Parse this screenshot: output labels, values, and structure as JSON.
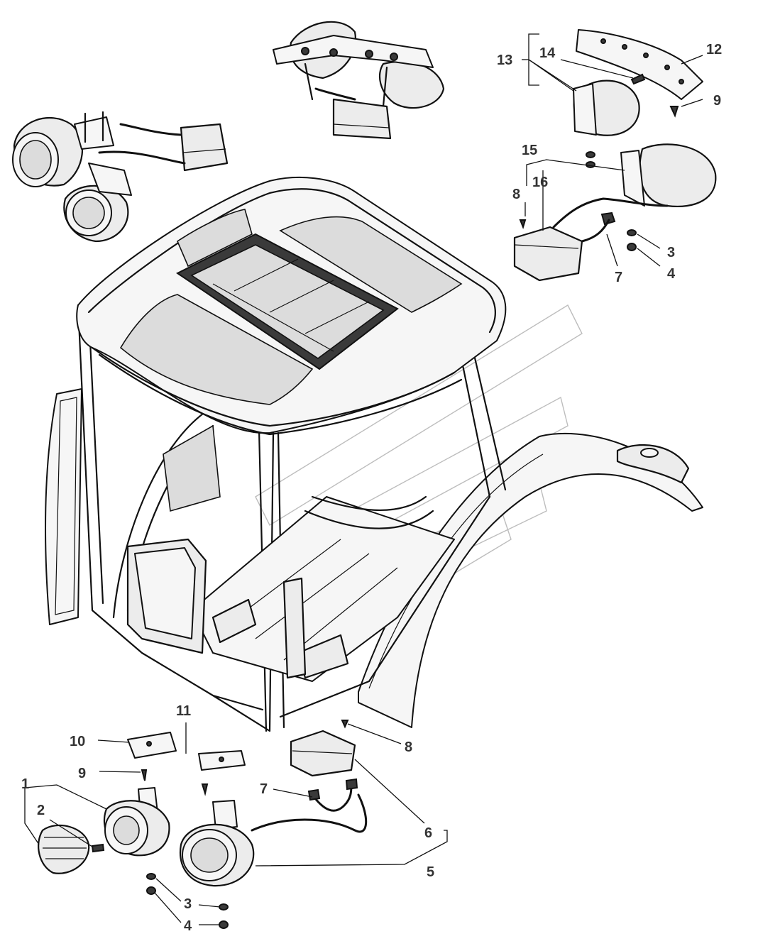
{
  "callouts": {
    "c1": "1",
    "c2": "2",
    "c3a": "3",
    "c3b": "3",
    "c4a": "4",
    "c4b": "4",
    "c5": "5",
    "c6": "6",
    "c7a": "7",
    "c7b": "7",
    "c8a": "8",
    "c8b": "8",
    "c9a": "9",
    "c9b": "9",
    "c10": "10",
    "c11": "11",
    "c12": "12",
    "c13": "13",
    "c14": "14",
    "c15": "15",
    "c16": "16"
  }
}
